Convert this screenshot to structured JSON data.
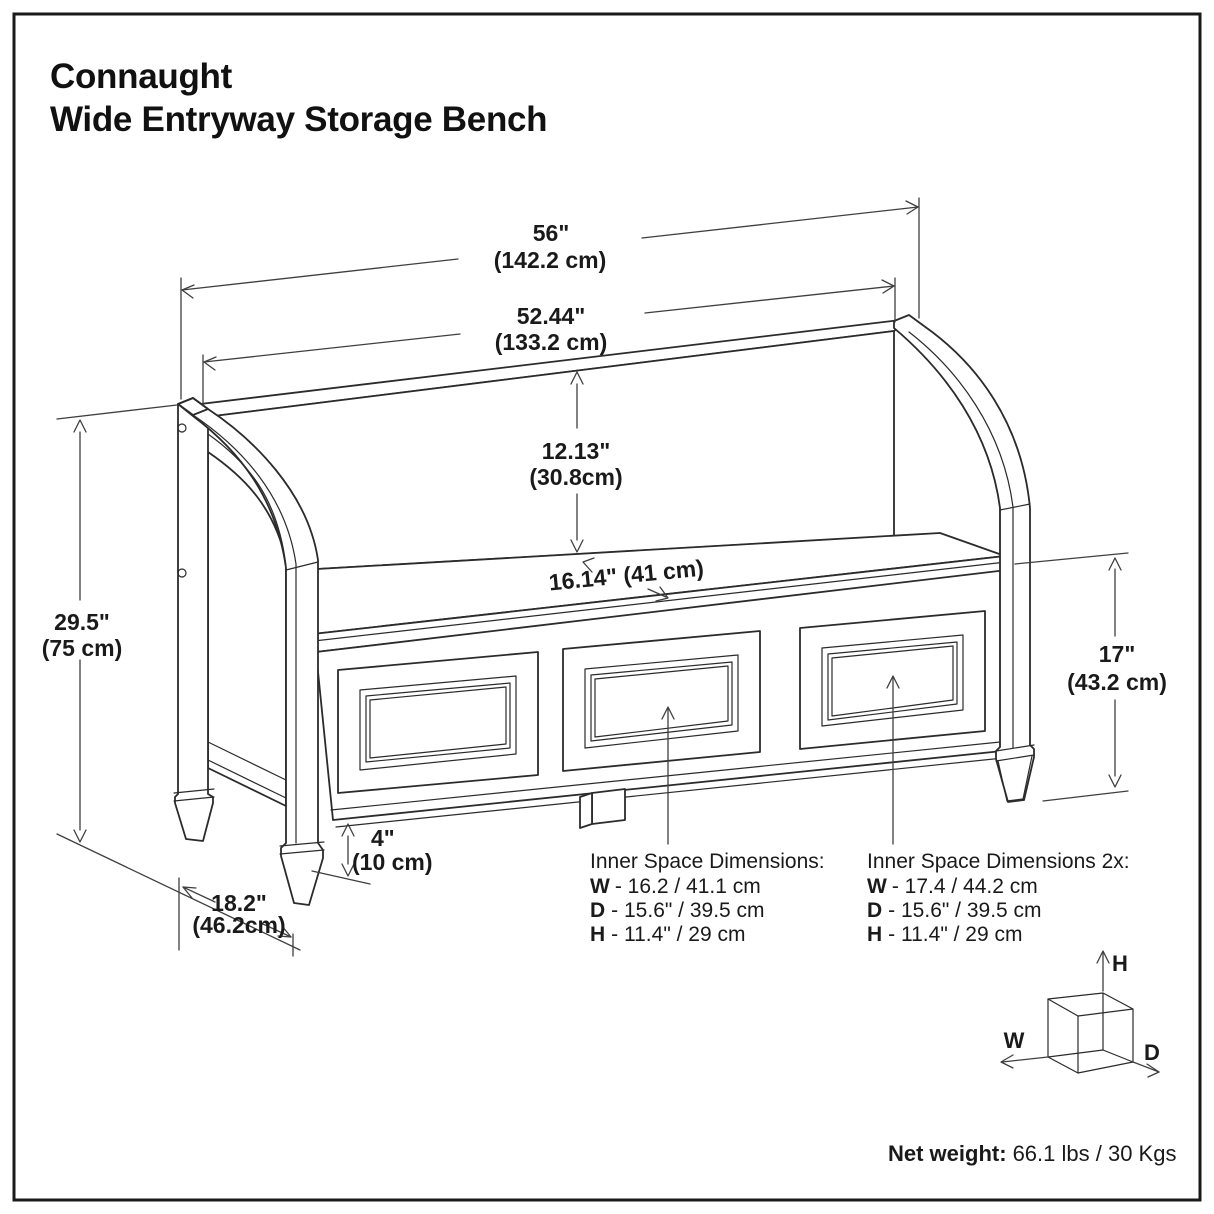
{
  "title": {
    "line1": "Connaught",
    "line2": "Wide Entryway Storage Bench"
  },
  "dims": {
    "overall_width_in": "56\"",
    "overall_width_cm": "(142.2 cm)",
    "back_width_in": "52.44\"",
    "back_width_cm": "(133.2 cm)",
    "back_height_in": "12.13\"",
    "back_height_cm": "(30.8cm)",
    "seat_depth": "16.14\" (41 cm)",
    "overall_height_in": "29.5\"",
    "overall_height_cm": "(75 cm)",
    "seat_height_in": "17\"",
    "seat_height_cm": "(43.2 cm)",
    "clearance_in": "4\"",
    "clearance_cm": "(10 cm)",
    "overall_depth_in": "18.2\"",
    "overall_depth_cm": "(46.2cm)"
  },
  "inner1": {
    "heading": "Inner Space Dimensions:",
    "w_key": "W",
    "w_val": "- 16.2 / 41.1 cm",
    "d_key": "D",
    "d_val": "- 15.6\" / 39.5 cm",
    "h_key": "H",
    "h_val": "- 11.4\" / 29 cm"
  },
  "inner2": {
    "heading": "Inner Space Dimensions 2x:",
    "w_key": "W",
    "w_val": "- 17.4 / 44.2 cm",
    "d_key": "D",
    "d_val": "- 15.6\" / 39.5 cm",
    "h_key": "H",
    "h_val": "- 11.4\" / 29 cm"
  },
  "cube": {
    "h": "H",
    "w": "W",
    "d": "D"
  },
  "net_weight": {
    "label": "Net weight:",
    "value": "66.1 lbs / 30 Kgs"
  },
  "colors": {
    "line": "#2b2b2b",
    "text": "#1a1a1a",
    "background": "#ffffff"
  }
}
